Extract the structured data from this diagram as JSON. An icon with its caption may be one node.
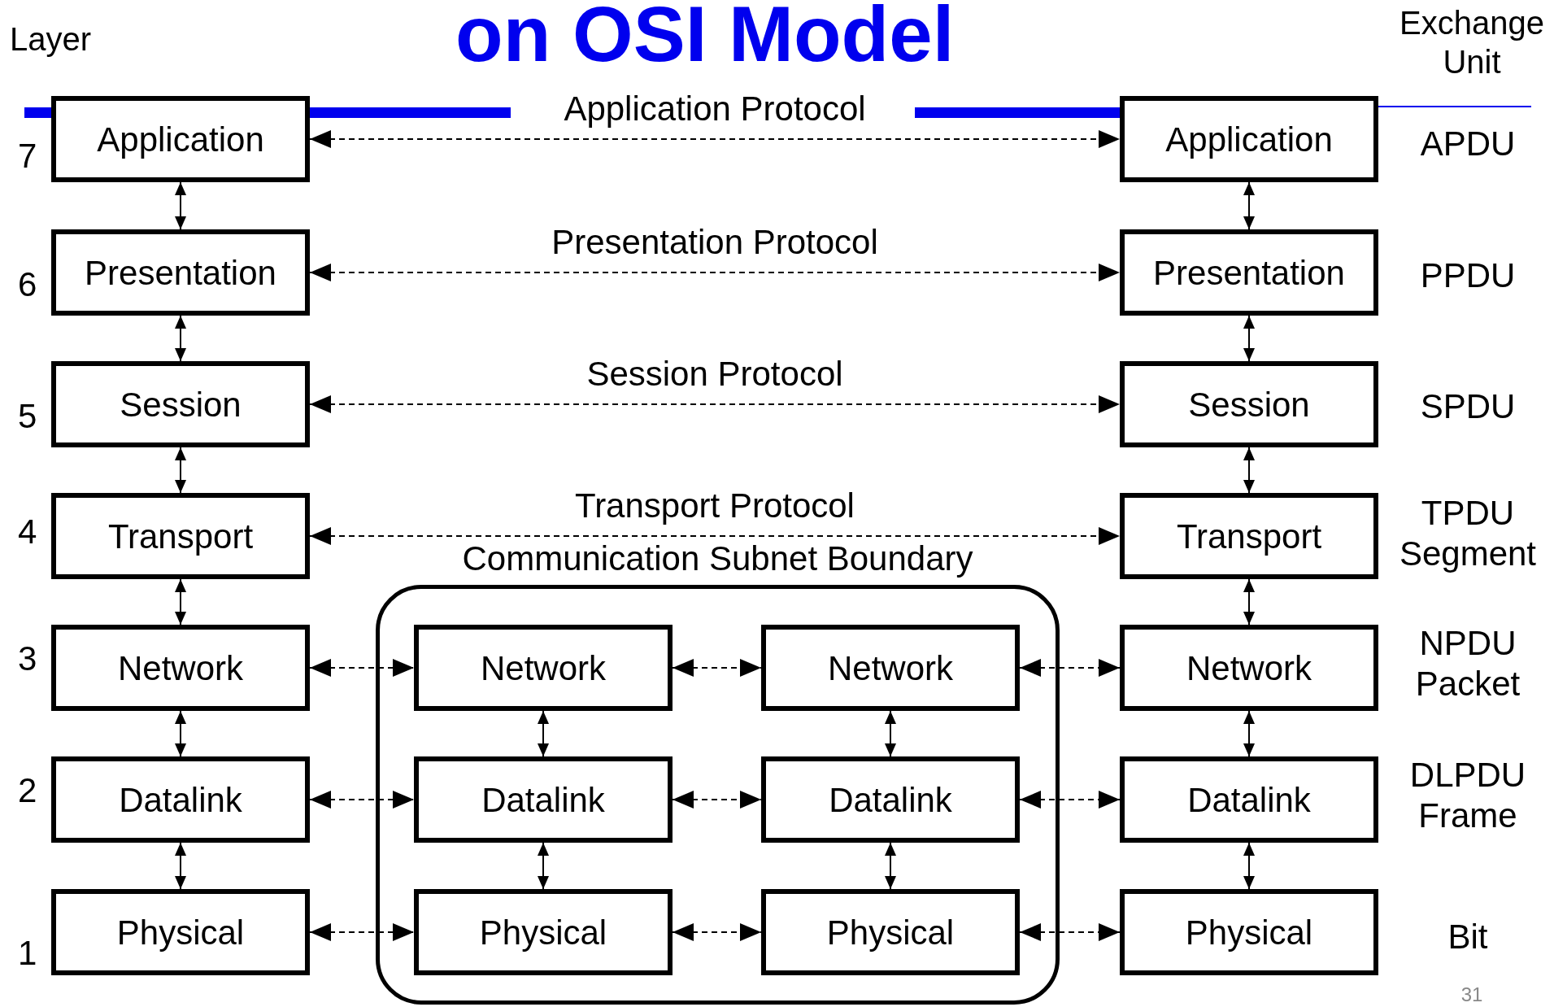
{
  "diagram": {
    "title": "on OSI Model",
    "nodes": [
      {
        "text": [
          "Application"
        ]
      },
      {
        "text": [
          "Application"
        ]
      },
      {
        "text": [
          "Presentation"
        ]
      },
      {
        "text": [
          "Presentation"
        ]
      },
      {
        "text": [
          "Session"
        ]
      },
      {
        "text": [
          "Session"
        ]
      },
      {
        "text": [
          "Transport"
        ]
      },
      {
        "text": [
          "Transport"
        ]
      },
      {
        "text": [
          "Communication Subnet Boundary"
        ]
      },
      {
        "text": [
          "Network"
        ]
      },
      {
        "text": [
          "Network"
        ],
        "in": 8
      },
      {
        "text": [
          "Network"
        ],
        "in": 8
      },
      {
        "text": [
          "Network"
        ]
      },
      {
        "text": [
          "Datalink"
        ]
      },
      {
        "text": [
          "Datalink"
        ],
        "in": 8
      },
      {
        "text": [
          "Datalink"
        ],
        "in": 8
      },
      {
        "text": [
          "Datalink"
        ]
      },
      {
        "text": [
          "Physical"
        ]
      },
      {
        "text": [
          "Physical"
        ],
        "in": 8
      },
      {
        "text": [
          "Physical"
        ],
        "in": 8
      },
      {
        "text": [
          "Physical"
        ]
      }
    ],
    "edges": [
      {
        "from": 0,
        "to": 1,
        "arrow": "both",
        "style": "dashed",
        "label": "Application Protocol"
      },
      {
        "from": 2,
        "to": 3,
        "arrow": "both",
        "style": "dashed",
        "label": "Presentation Protocol"
      },
      {
        "from": 4,
        "to": 5,
        "arrow": "both",
        "style": "dashed",
        "label": "Session Protocol"
      },
      {
        "from": 6,
        "to": 7,
        "arrow": "both",
        "style": "dashed",
        "label": "Transport Protocol"
      },
      {
        "from": 0,
        "to": 2,
        "arrow": "both"
      },
      {
        "from": 2,
        "to": 4,
        "arrow": "both"
      },
      {
        "from": 4,
        "to": 6,
        "arrow": "both"
      },
      {
        "from": 6,
        "to": 9,
        "arrow": "both"
      },
      {
        "from": 9,
        "to": 13,
        "arrow": "both"
      },
      {
        "from": 13,
        "to": 17,
        "arrow": "both"
      },
      {
        "from": 1,
        "to": 3,
        "arrow": "both"
      },
      {
        "from": 3,
        "to": 5,
        "arrow": "both"
      },
      {
        "from": 5,
        "to": 7,
        "arrow": "both"
      },
      {
        "from": 7,
        "to": 12,
        "arrow": "both"
      },
      {
        "from": 12,
        "to": 16,
        "arrow": "both"
      },
      {
        "from": 16,
        "to": 20,
        "arrow": "both"
      },
      {
        "from": 10,
        "to": 14,
        "arrow": "both"
      },
      {
        "from": 14,
        "to": 18,
        "arrow": "both"
      },
      {
        "from": 11,
        "to": 15,
        "arrow": "both"
      },
      {
        "from": 15,
        "to": 19,
        "arrow": "both"
      },
      {
        "from": 9,
        "to": 10,
        "arrow": "both",
        "style": "dashed"
      },
      {
        "from": 10,
        "to": 11,
        "arrow": "both",
        "style": "dashed"
      },
      {
        "from": 11,
        "to": 12,
        "arrow": "both",
        "style": "dashed"
      },
      {
        "from": 13,
        "to": 14,
        "arrow": "both",
        "style": "dashed"
      },
      {
        "from": 14,
        "to": 15,
        "arrow": "both",
        "style": "dashed"
      },
      {
        "from": 15,
        "to": 16,
        "arrow": "both",
        "style": "dashed"
      },
      {
        "from": 17,
        "to": 18,
        "arrow": "both",
        "style": "dashed"
      },
      {
        "from": 18,
        "to": 19,
        "arrow": "both",
        "style": "dashed"
      },
      {
        "from": 19,
        "to": 20,
        "arrow": "both",
        "style": "dashed"
      }
    ],
    "labels": [
      "Layer",
      "Exchange Unit",
      "7",
      "APDU",
      "6",
      "PPDU",
      "5",
      "SPDU",
      "4",
      "TPDU Segment",
      "3",
      "NPDU Packet",
      "2",
      "DLPDU Frame",
      "1",
      "Bit",
      "31"
    ]
  }
}
